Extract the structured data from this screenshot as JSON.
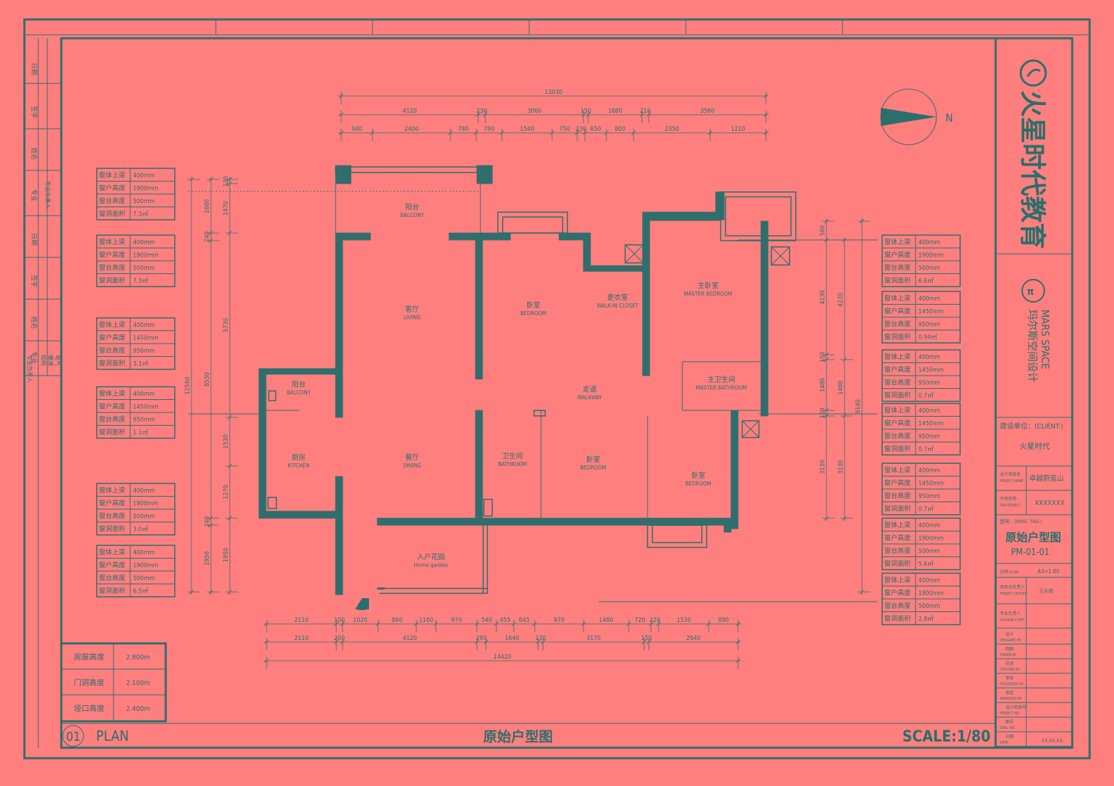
{
  "title_block": {
    "company_name": "火星时代教育",
    "sub_brand_cn": "玛尔斯空间设计",
    "sub_brand_en": "MARS SPACE",
    "client_label": "建设单位：(CLIENT:)",
    "client_value": "火星时代",
    "project_label": "设计项目名\nPROJECT NAME",
    "project_value": "卓越蔚蓝山",
    "sub_project_label": "子项名称\nSUB PROJECT",
    "sub_project_value": "XXXXXXX",
    "drawing_no_label": "图号：(DWG. TAG:)",
    "drawing_title": "原始户型图",
    "drawing_code": "PM-01-01",
    "scale_label": "比例 scale",
    "scale_value": "A3=1:80",
    "leader_label": "项目总负责人\nPROJECT LEADER",
    "leader_value": "王乐杨",
    "chief_label": "专业负责人\nDIVISION CHIEF",
    "rows": [
      {
        "cn": "设计",
        "en": "DESIGNED BY"
      },
      {
        "cn": "制图",
        "en": "DRAWN BY"
      },
      {
        "cn": "校对",
        "en": "CHECKED BY"
      },
      {
        "cn": "审核",
        "en": "PROCESSED BY"
      },
      {
        "cn": "审定",
        "en": "APPROVED BY"
      },
      {
        "cn": "设计项目号",
        "en": "PROJECT NO."
      },
      {
        "cn": "图号",
        "en": "DWG. NO."
      },
      {
        "cn": "日期",
        "en": "DATE"
      }
    ],
    "date_value": "XX.XX.XX"
  },
  "left_margin": {
    "labels": [
      "日期",
      "签字",
      "姓名",
      "专业",
      "专业负责人",
      "日期",
      "签字",
      "姓名",
      "专业",
      "专业负责人",
      "结构",
      "暖通",
      "电气",
      "给排水"
    ]
  },
  "bottom_bar": {
    "number": "01",
    "plan": "PLAN",
    "title": "原始户型图",
    "scale": "SCALE:1/80"
  },
  "heights_table": [
    {
      "label": "房屋高度",
      "value": "2.800m"
    },
    {
      "label": "门洞高度",
      "value": "2.100m"
    },
    {
      "label": "垭口高度",
      "value": "2.400m"
    }
  ],
  "window_tables_left": [
    {
      "beam": "400mm",
      "window_h": "1900mm",
      "sill_h": "500mm",
      "area": "7.3㎡"
    },
    {
      "beam": "400mm",
      "window_h": "1900mm",
      "sill_h": "500mm",
      "area": "7.3㎡"
    },
    {
      "beam": "400mm",
      "window_h": "1450mm",
      "sill_h": "950mm",
      "area": "3.1㎡"
    },
    {
      "beam": "400mm",
      "window_h": "1450mm",
      "sill_h": "950mm",
      "area": "1.1㎡"
    },
    {
      "beam": "400mm",
      "window_h": "1900mm",
      "sill_h": "500mm",
      "area": "3.0㎡"
    },
    {
      "beam": "400mm",
      "window_h": "1900mm",
      "sill_h": "500mm",
      "area": "6.5㎡"
    }
  ],
  "window_tables_right": [
    {
      "beam": "400mm",
      "window_h": "1900mm",
      "sill_h": "500mm",
      "area": "6.6㎡"
    },
    {
      "beam": "400mm",
      "window_h": "1450mm",
      "sill_h": "950mm",
      "area": "0.94㎡"
    },
    {
      "beam": "400mm",
      "window_h": "1450mm",
      "sill_h": "950mm",
      "area": "0.7㎡"
    },
    {
      "beam": "400mm",
      "window_h": "1450mm",
      "sill_h": "950mm",
      "area": "0.7㎡"
    },
    {
      "beam": "400mm",
      "window_h": "1450mm",
      "sill_h": "950mm",
      "area": "0.7㎡"
    },
    {
      "beam": "400mm",
      "window_h": "1900mm",
      "sill_h": "500mm",
      "area": "5.6㎡"
    },
    {
      "beam": "400mm",
      "window_h": "1900mm",
      "sill_h": "500mm",
      "area": "2.8㎡"
    }
  ],
  "window_row_labels": [
    "窗体上梁",
    "窗户高度",
    "窗台高度",
    "窗洞面积"
  ],
  "rooms": [
    {
      "cn": "阳台",
      "en": "BALCONY"
    },
    {
      "cn": "客厅",
      "en": "LIVING"
    },
    {
      "cn": "卧室",
      "en": "BEDROOM"
    },
    {
      "cn": "更衣室",
      "en": "WALK-IN CLOSET"
    },
    {
      "cn": "主卧室",
      "en": "MASTER BEDROOM"
    },
    {
      "cn": "阳台",
      "en": "BALCONY"
    },
    {
      "cn": "走道",
      "en": "WALKWAY"
    },
    {
      "cn": "主卫生间",
      "en": "MASTER BATHROOM"
    },
    {
      "cn": "厨房",
      "en": "KITCHEN"
    },
    {
      "cn": "餐厅",
      "en": "DINING"
    },
    {
      "cn": "卫生间",
      "en": "BATHROOM"
    },
    {
      "cn": "卧室",
      "en": "BEDROOM"
    },
    {
      "cn": "卧室",
      "en": "BEDROOM"
    },
    {
      "cn": "入户花园",
      "en": "Home garden"
    }
  ],
  "north_label": "N",
  "dims_top_total": "13030",
  "dims_top_1": [
    "4120",
    "230",
    "3060",
    "150",
    "1680",
    "210",
    "3560"
  ],
  "dims_top_2": [
    "940",
    "2400",
    "780",
    "790",
    "1540",
    "750",
    "230",
    "650",
    "800",
    "2350",
    "1210"
  ],
  "dims_bottom_1": [
    "2110",
    "100",
    "1020",
    "860",
    "1160",
    "970",
    "540",
    "455",
    "645",
    "970",
    "1480",
    "720",
    "220",
    "1530",
    "890"
  ],
  "dims_bottom_2": [
    "2110",
    "200",
    "4120",
    "260",
    "1640",
    "130",
    "3170",
    "150",
    "2640"
  ],
  "dims_bottom_total": "14420",
  "dims_left_total": "12560",
  "dims_left_1": [
    "1600",
    "240",
    "8530",
    "240",
    "1950"
  ],
  "dims_left_2": [
    "130",
    "1470",
    "5730",
    "1530",
    "1270",
    "1950"
  ],
  "dims_right_total": "9140",
  "dims_right_1": [
    "560",
    "4230",
    "150",
    "1480",
    "150",
    "3130"
  ],
  "dims_right_2": [
    "4230",
    "1480",
    "3130"
  ]
}
